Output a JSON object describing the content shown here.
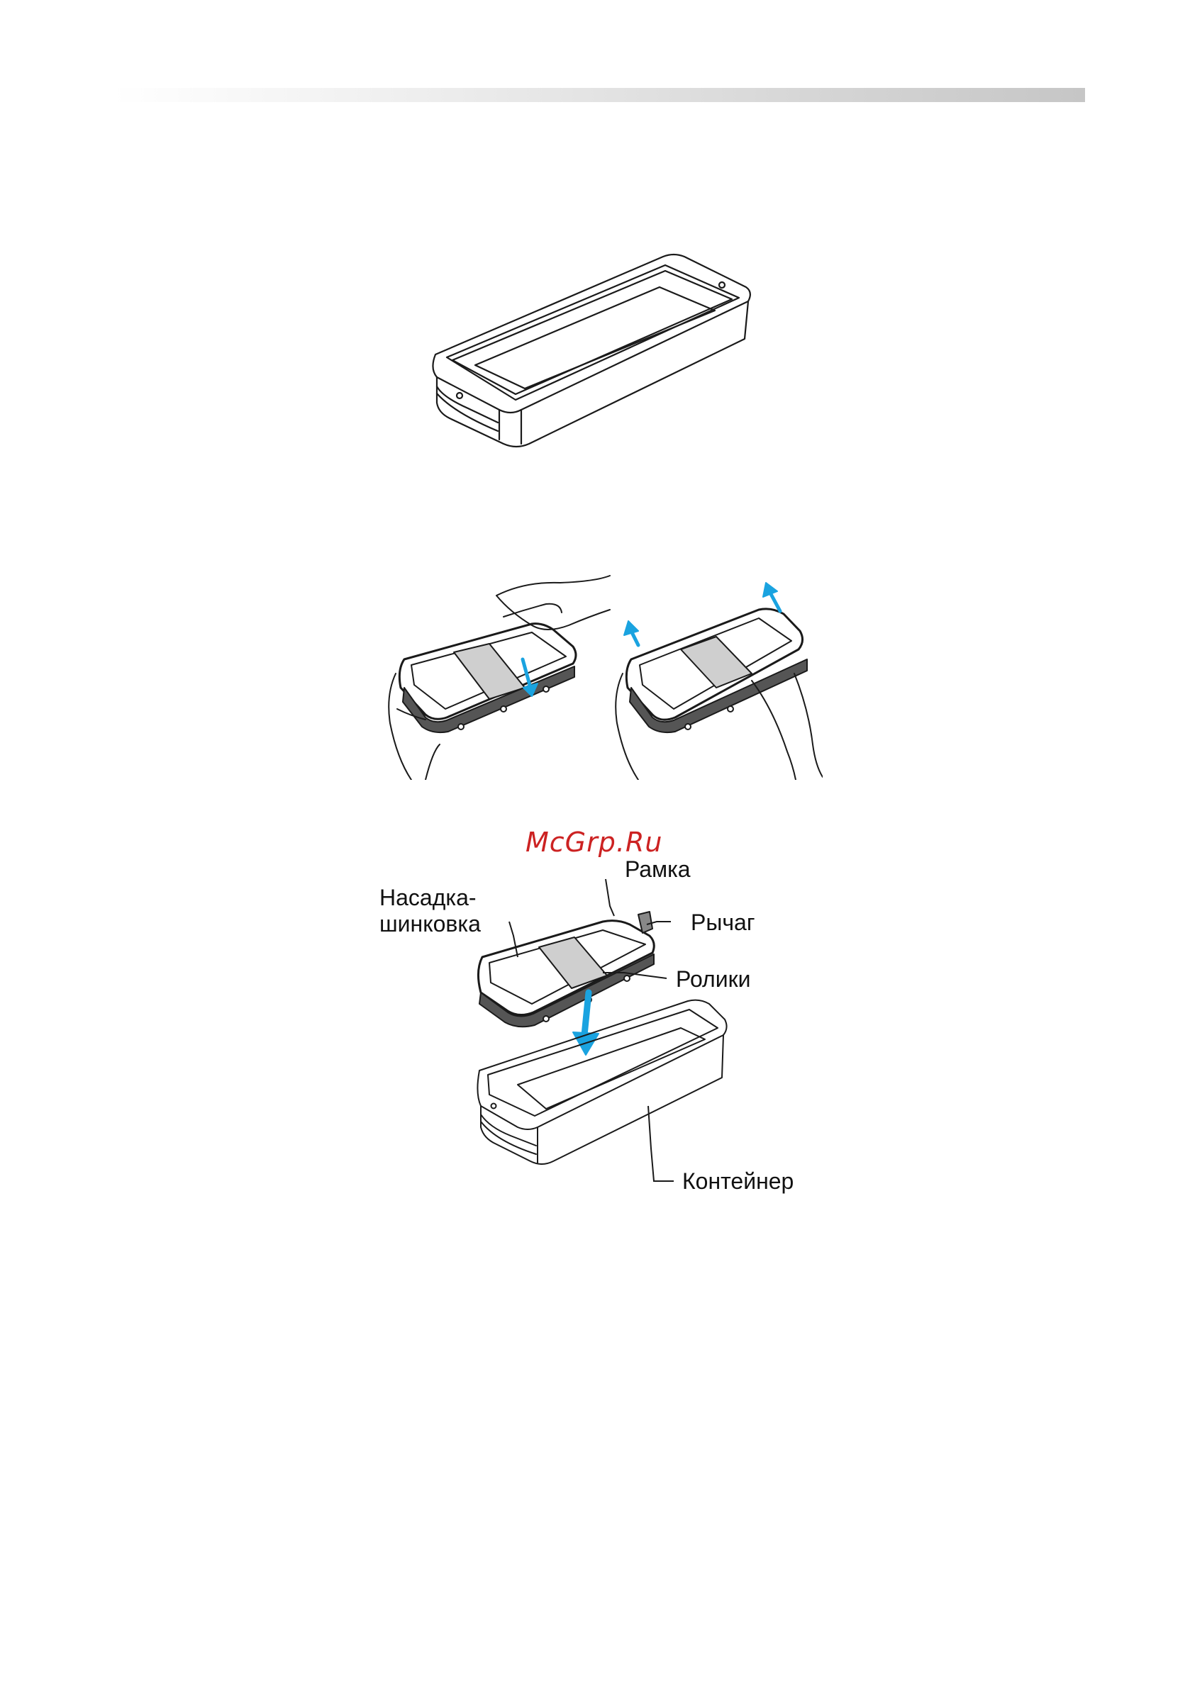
{
  "watermark": "McGrp.Ru",
  "labels": {
    "frame": "Рамка",
    "slicer_line1": "Насадка-",
    "slicer_line2": "шинковка",
    "lever": "Рычаг",
    "rollers": "Ролики",
    "container": "Контейнер"
  },
  "colors": {
    "arrow": "#1aa3e0",
    "line": "#1a1a1a",
    "watermark": "#cc2222"
  }
}
